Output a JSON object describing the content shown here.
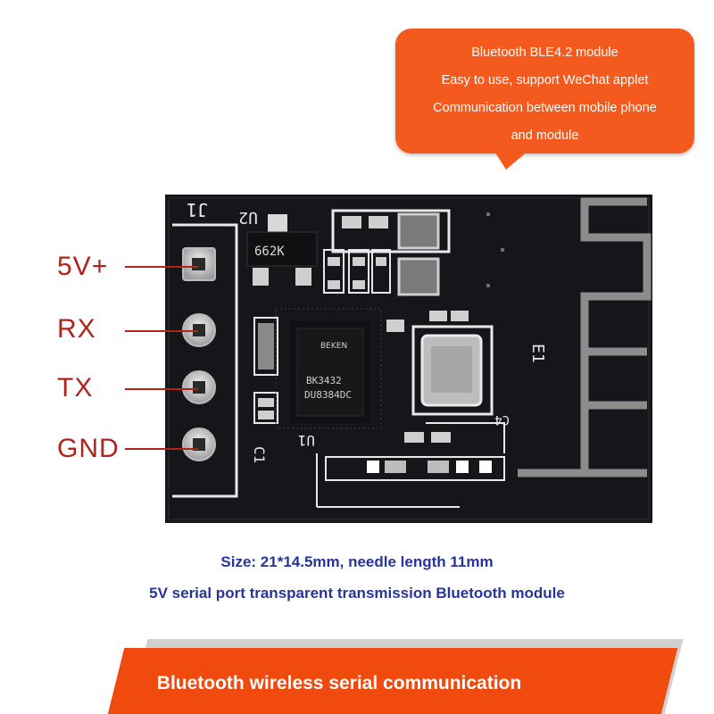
{
  "bubble": {
    "lines": [
      "Bluetooth BLE4.2 module",
      "Easy to use, support WeChat applet",
      "Communication between mobile phone",
      "and module"
    ]
  },
  "pins": [
    {
      "label": "5V+"
    },
    {
      "label": "RX"
    },
    {
      "label": "TX"
    },
    {
      "label": "GND"
    }
  ],
  "board": {
    "chip_small": "662K",
    "chip_main_brand": "BEKEN",
    "chip_main_line1": "BK3432",
    "chip_main_line2": "DU8384DC",
    "silk_u2": "U2",
    "silk_u1": "U1",
    "silk_e1": "E1",
    "silk_j1": "J1",
    "silk_c1": "C1",
    "silk_c4": "C4"
  },
  "captions": {
    "size": "Size: 21*14.5mm, needle length 11mm",
    "desc": "5V serial port transparent transmission Bluetooth module"
  },
  "banner": {
    "text": "Bluetooth wireless serial communication"
  },
  "colors": {
    "accent_orange": "#f45a1e",
    "pin_label_red": "#b0231c",
    "caption_blue": "#27359a",
    "pcb_black": "#15161a"
  }
}
